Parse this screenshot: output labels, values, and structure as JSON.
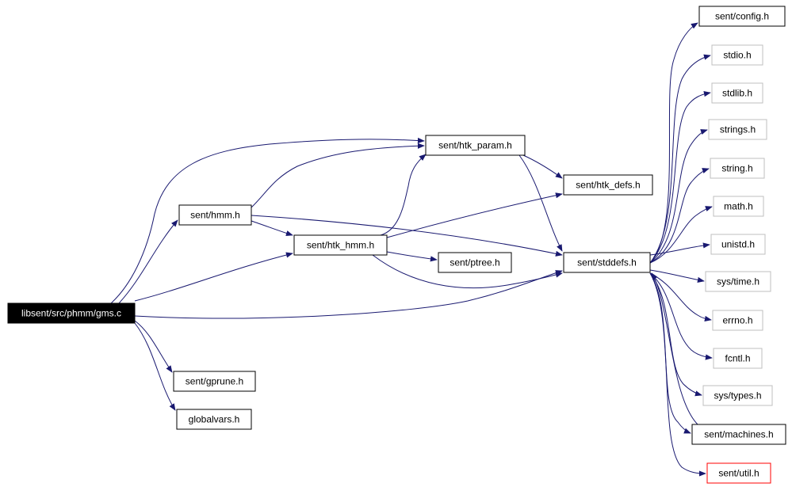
{
  "graph": {
    "root": "libsent/src/phmm/gms.c",
    "nodes": [
      {
        "id": "root",
        "label": "libsent/src/phmm/gms.c",
        "style": "root"
      },
      {
        "id": "hmm",
        "label": "sent/hmm.h",
        "style": "normal"
      },
      {
        "id": "htk_param",
        "label": "sent/htk_param.h",
        "style": "normal"
      },
      {
        "id": "htk_hmm",
        "label": "sent/htk_hmm.h",
        "style": "normal"
      },
      {
        "id": "htk_defs",
        "label": "sent/htk_defs.h",
        "style": "normal"
      },
      {
        "id": "ptree",
        "label": "sent/ptree.h",
        "style": "normal"
      },
      {
        "id": "stddefs",
        "label": "sent/stddefs.h",
        "style": "normal"
      },
      {
        "id": "gprune",
        "label": "sent/gprune.h",
        "style": "normal"
      },
      {
        "id": "globalvars",
        "label": "globalvars.h",
        "style": "normal"
      },
      {
        "id": "config",
        "label": "sent/config.h",
        "style": "normal"
      },
      {
        "id": "stdio",
        "label": "stdio.h",
        "style": "system"
      },
      {
        "id": "stdlib",
        "label": "stdlib.h",
        "style": "system"
      },
      {
        "id": "strings",
        "label": "strings.h",
        "style": "system"
      },
      {
        "id": "string",
        "label": "string.h",
        "style": "system"
      },
      {
        "id": "math",
        "label": "math.h",
        "style": "system"
      },
      {
        "id": "unistd",
        "label": "unistd.h",
        "style": "system"
      },
      {
        "id": "systime",
        "label": "sys/time.h",
        "style": "system"
      },
      {
        "id": "errno",
        "label": "errno.h",
        "style": "system"
      },
      {
        "id": "fcntl",
        "label": "fcntl.h",
        "style": "system"
      },
      {
        "id": "systypes",
        "label": "sys/types.h",
        "style": "system"
      },
      {
        "id": "machines",
        "label": "sent/machines.h",
        "style": "normal"
      },
      {
        "id": "util",
        "label": "sent/util.h",
        "style": "truncated"
      }
    ],
    "edges": [
      [
        "root",
        "hmm"
      ],
      [
        "root",
        "htk_param"
      ],
      [
        "root",
        "htk_hmm"
      ],
      [
        "root",
        "stddefs"
      ],
      [
        "root",
        "gprune"
      ],
      [
        "root",
        "globalvars"
      ],
      [
        "hmm",
        "htk_param"
      ],
      [
        "hmm",
        "htk_hmm"
      ],
      [
        "hmm",
        "stddefs"
      ],
      [
        "htk_param",
        "htk_defs"
      ],
      [
        "htk_param",
        "stddefs"
      ],
      [
        "htk_hmm",
        "htk_param"
      ],
      [
        "htk_hmm",
        "htk_defs"
      ],
      [
        "htk_hmm",
        "ptree"
      ],
      [
        "htk_hmm",
        "stddefs"
      ],
      [
        "stddefs",
        "config"
      ],
      [
        "stddefs",
        "stdio"
      ],
      [
        "stddefs",
        "stdlib"
      ],
      [
        "stddefs",
        "strings"
      ],
      [
        "stddefs",
        "string"
      ],
      [
        "stddefs",
        "math"
      ],
      [
        "stddefs",
        "unistd"
      ],
      [
        "stddefs",
        "systime"
      ],
      [
        "stddefs",
        "errno"
      ],
      [
        "stddefs",
        "fcntl"
      ],
      [
        "stddefs",
        "systypes"
      ],
      [
        "stddefs",
        "machines"
      ],
      [
        "stddefs",
        "util"
      ],
      [
        "machines",
        "stddefs"
      ]
    ],
    "colors": {
      "edge": "#191970",
      "root_fill": "#000000",
      "root_text": "#ffffff",
      "normal_border": "#000000",
      "system_border": "#bfbfbf",
      "truncated_border": "#ff0000"
    }
  }
}
